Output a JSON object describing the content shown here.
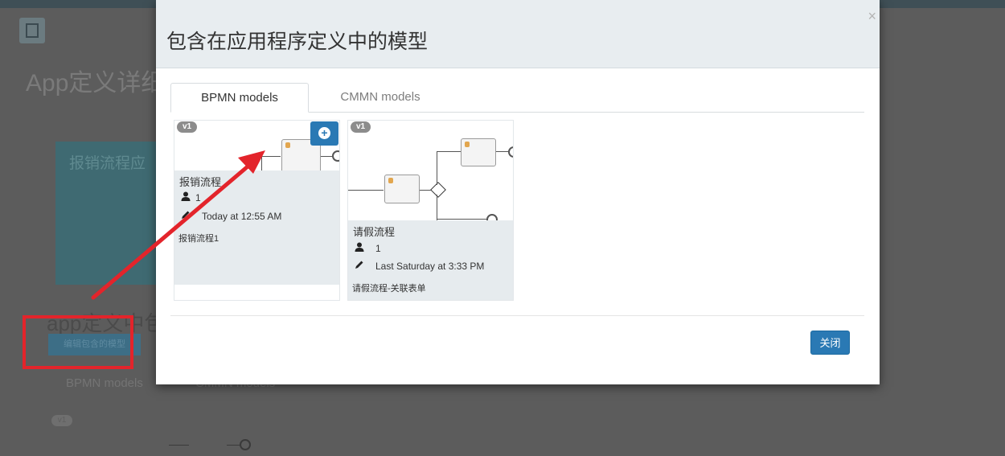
{
  "background": {
    "page_title": "App定义详细",
    "card_title": "报销流程应",
    "section_title": "app定义中包含",
    "edit_button": "编辑包含的模型",
    "tabs": [
      "BPMN models",
      "CMMN models"
    ],
    "badge": "v1"
  },
  "modal": {
    "title": "包含在应用程序定义中的模型",
    "close_icon": "×",
    "tabs": [
      {
        "label": "BPMN models",
        "active": true
      },
      {
        "label": "CMMN models",
        "active": false
      }
    ],
    "models": [
      {
        "version": "v1",
        "name": "报销流程",
        "user": "1",
        "updated": "Today at 12:55 AM",
        "description": "报销流程1",
        "included": true
      },
      {
        "version": "v1",
        "name": "请假流程",
        "user": "1",
        "updated": "Last Saturday at 3:33 PM",
        "description": "请假流程-关联表单",
        "included": false
      }
    ],
    "close_button": "关闭"
  },
  "colors": {
    "primary": "#2a79b4",
    "annotation_red": "#e3242b"
  },
  "icons": [
    "save-icon",
    "plus-circle-icon",
    "user-icon",
    "pencil-icon",
    "close-icon"
  ]
}
